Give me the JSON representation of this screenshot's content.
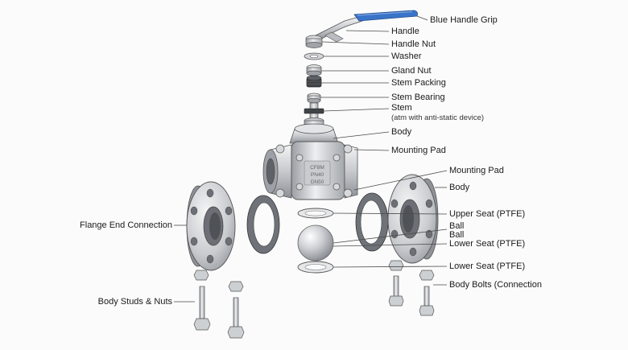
{
  "labels": {
    "blue_handle_grip": "Blue Handle Grip",
    "handle": "Handle",
    "handle_nut": "Handle Nut",
    "washer": "Washer",
    "gland_nut": "Gland Nut",
    "stem_packing": "Stem Packing",
    "stem_bearing": "Stem Bearing",
    "stem": "Stem",
    "stem_note": "(atm with anti-static device)",
    "body_top": "Body",
    "mounting_pad_top": "Mounting Pad",
    "mounting_pad_mid": "Mounting Pad",
    "body_right": "Body",
    "upper_seat": "Upper Seat (PTFE)",
    "ball_1": "Ball",
    "ball_2": "Ball",
    "lower_seat_1": "Lower Seat (PTFE)",
    "lower_seat_2": "Lower Seat (PTFE)",
    "body_bolts": "Body Bolts (Connection",
    "flange_end": "Flange End Connection",
    "body_studs": "Body Studs & Nuts"
  },
  "body_marking": [
    "CF8M",
    "PN40",
    "DN50"
  ],
  "colors": {
    "handle_grip": "#3a74c8",
    "steel_light": "#e8e8ea",
    "steel_mid": "#b9bcc1",
    "steel_dark": "#7d8086",
    "gasket": "#6f7379",
    "leader": "#4a4a4a",
    "text": "#1b1b1b"
  }
}
